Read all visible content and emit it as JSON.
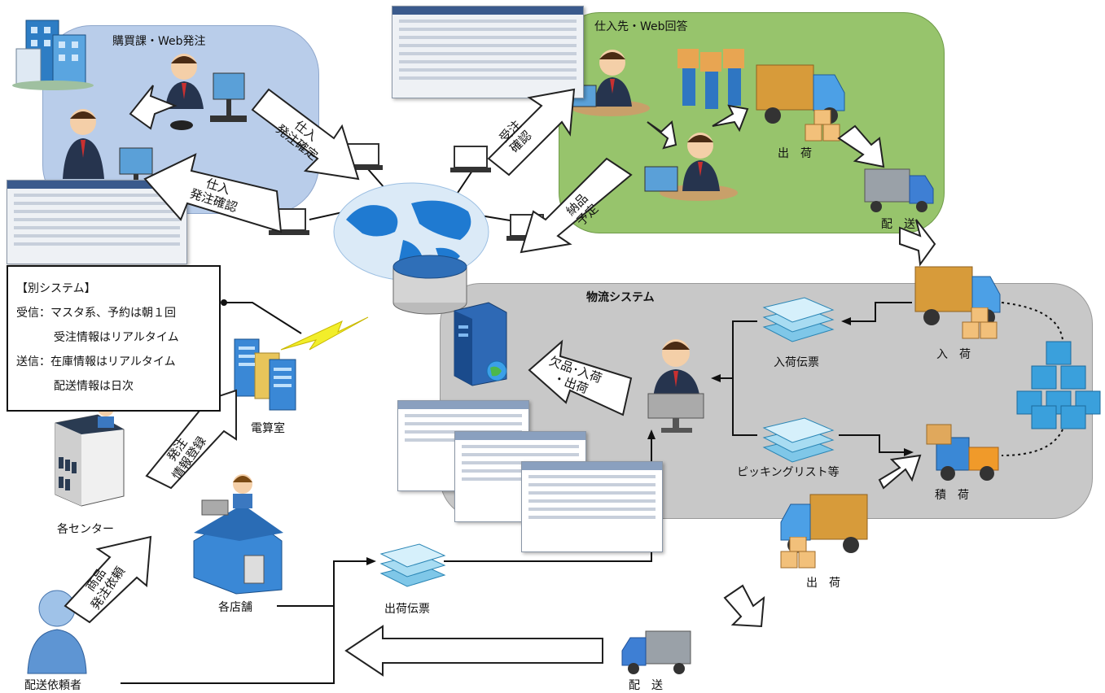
{
  "zones": {
    "purchasing": {
      "title": "購買課・Web発注",
      "color": "#b9cdea"
    },
    "supplier": {
      "title": "仕入先・Web回答",
      "color": "#97c46c"
    },
    "logistics": {
      "title": "物流システム",
      "color": "#c8c8c8"
    }
  },
  "arrows": {
    "order_confirm_right": [
      "仕入",
      "発注確定"
    ],
    "order_confirm_left": [
      "仕入",
      "発注確認"
    ],
    "accept_confirm": [
      "受注",
      "確認"
    ],
    "delivery_plan": [
      "納品",
      "予定"
    ],
    "stockout": [
      "欠品･入荷",
      "・出荷"
    ],
    "order_register": [
      "発注",
      "情報登録"
    ],
    "product_request": [
      "商品",
      "発注依頼"
    ]
  },
  "labels": {
    "ship_supplier": "出　荷",
    "deliver_top": "配　送",
    "receive": "入　荷",
    "load": "積　荷",
    "ship_bottom": "出　荷",
    "deliver_bottom": "配　送",
    "receiving_slip": "入荷伝票",
    "picking_list": "ピッキングリスト等",
    "shipping_slip": "出荷伝票",
    "computer_room": "電算室",
    "centers": "各センター",
    "stores": "各店舗",
    "requester": "配送依頼者"
  },
  "other_system": {
    "title": "【別システム】",
    "lines": [
      "受信：マスタ系、予約は朝１回",
      "受注情報はリアルタイム",
      "送信：在庫情報はリアルタイム",
      "配送情報は日次"
    ]
  },
  "icons": [
    "office-building-icon",
    "person-at-computer-icon",
    "laptop-icon",
    "globe-network-icon",
    "database-icon",
    "server-icon",
    "truck-icon",
    "box-stack-icon",
    "forklift-icon",
    "document-stack-icon",
    "lightning-icon",
    "store-icon",
    "user-icon"
  ]
}
